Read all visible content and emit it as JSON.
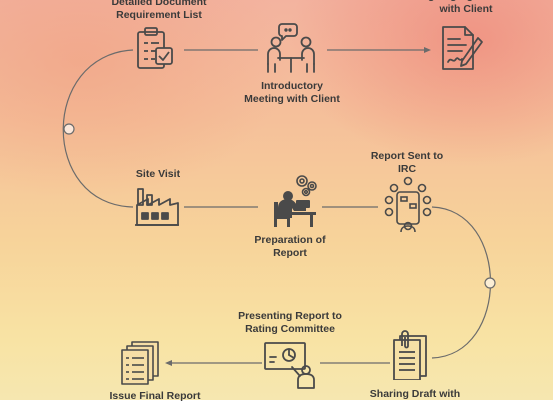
{
  "steps": {
    "detailed_doc": "Detailed Document\nRequirement List",
    "intro_meeting": "Introductory\nMeeting with Client",
    "signing_agreement": "Signing Agreement\nwith Client",
    "site_visit": "Site Visit",
    "preparation": "Preparation of\nReport",
    "report_sent": "Report Sent to\nIRC",
    "presenting": "Presenting Report to\nRating Committee",
    "issue_final": "Issue Final Report",
    "sharing_draft": "Sharing Draft with"
  },
  "colors": {
    "line": "#6b6b6b",
    "icon": "#4a4a4a",
    "text": "#3a3a3a"
  }
}
